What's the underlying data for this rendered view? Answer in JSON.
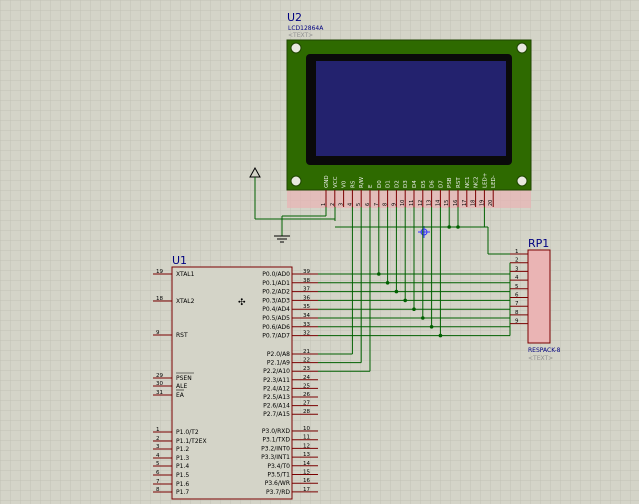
{
  "schematic": {
    "lcd": {
      "ref": "U2",
      "part": "LCD12864A",
      "text_placeholder": "<TEXT>",
      "pins": [
        "GND",
        "VCC",
        "V0",
        "RS",
        "R/W",
        "E",
        "D0",
        "D1",
        "D2",
        "D3",
        "D4",
        "D5",
        "D6",
        "D7",
        "PSB",
        "RST",
        "NC1",
        "NC2",
        "LED+",
        "LED-"
      ],
      "pin_numbers": [
        "1",
        "2",
        "3",
        "4",
        "5",
        "6",
        "7",
        "8",
        "9",
        "10",
        "11",
        "12",
        "13",
        "14",
        "15",
        "16",
        "17",
        "18",
        "19",
        "20"
      ]
    },
    "mcu": {
      "ref": "U1",
      "left_pins": [
        {
          "num": "19",
          "name": "XTAL1"
        },
        {
          "num": "18",
          "name": "XTAL2"
        },
        {
          "num": "9",
          "name": "RST"
        },
        {
          "num": "29",
          "name": "PSEN"
        },
        {
          "num": "30",
          "name": "ALE"
        },
        {
          "num": "31",
          "name": "EA"
        },
        {
          "num": "1",
          "name": "P1.0/T2"
        },
        {
          "num": "2",
          "name": "P1.1/T2EX"
        },
        {
          "num": "3",
          "name": "P1.2"
        },
        {
          "num": "4",
          "name": "P1.3"
        },
        {
          "num": "5",
          "name": "P1.4"
        },
        {
          "num": "6",
          "name": "P1.5"
        },
        {
          "num": "7",
          "name": "P1.6"
        },
        {
          "num": "8",
          "name": "P1.7"
        }
      ],
      "right_pins": [
        {
          "num": "39",
          "name": "P0.0/AD0"
        },
        {
          "num": "38",
          "name": "P0.1/AD1"
        },
        {
          "num": "37",
          "name": "P0.2/AD2"
        },
        {
          "num": "36",
          "name": "P0.3/AD3"
        },
        {
          "num": "35",
          "name": "P0.4/AD4"
        },
        {
          "num": "34",
          "name": "P0.5/AD5"
        },
        {
          "num": "33",
          "name": "P0.6/AD6"
        },
        {
          "num": "32",
          "name": "P0.7/AD7"
        },
        {
          "num": "21",
          "name": "P2.0/A8"
        },
        {
          "num": "22",
          "name": "P2.1/A9"
        },
        {
          "num": "23",
          "name": "P2.2/A10"
        },
        {
          "num": "24",
          "name": "P2.3/A11"
        },
        {
          "num": "25",
          "name": "P2.4/A12"
        },
        {
          "num": "26",
          "name": "P2.5/A13"
        },
        {
          "num": "27",
          "name": "P2.6/A14"
        },
        {
          "num": "28",
          "name": "P2.7/A15"
        },
        {
          "num": "10",
          "name": "P3.0/RXD"
        },
        {
          "num": "11",
          "name": "P3.1/TXD"
        },
        {
          "num": "12",
          "name": "P3.2/INT0"
        },
        {
          "num": "13",
          "name": "P3.3/INT1"
        },
        {
          "num": "14",
          "name": "P3.4/T0"
        },
        {
          "num": "15",
          "name": "P3.5/T1"
        },
        {
          "num": "16",
          "name": "P3.6/WR"
        },
        {
          "num": "17",
          "name": "P3.7/RD"
        }
      ]
    },
    "respack": {
      "ref": "RP1",
      "part": "RESPACK-8",
      "text_placeholder": "<TEXT>",
      "pin_numbers": [
        "1",
        "2",
        "3",
        "4",
        "5",
        "6",
        "7",
        "8",
        "9"
      ]
    },
    "colors": {
      "background": "#d4d4c8",
      "grid": "#c3c3b7",
      "wire": "#006000",
      "component_body": "#7a0000",
      "lcd_board": "#2f6b00",
      "lcd_screen": "#23226e",
      "text": "#000080",
      "pin_ghost": "#eab4b4"
    }
  }
}
